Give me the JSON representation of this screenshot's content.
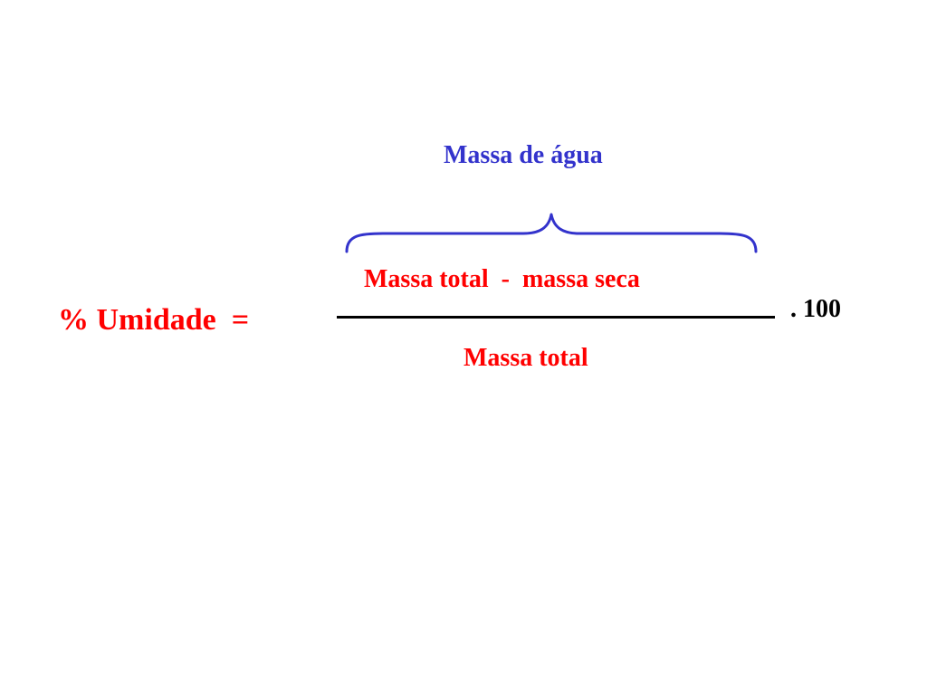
{
  "formula": {
    "annotation": "Massa de água",
    "lhs": "% Umidade  =",
    "numerator": "Massa total  -  massa seca",
    "denominator": "Massa total",
    "multiplier": ". 100"
  },
  "colors": {
    "annotation": "#3333cc",
    "formula_text": "#ff0000",
    "multiplier": "#000000",
    "fraction_bar": "#000000",
    "brace": "#3333cc",
    "background": "#ffffff"
  }
}
